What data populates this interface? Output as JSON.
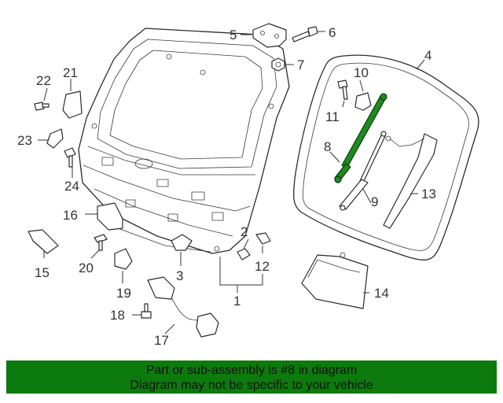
{
  "callouts": {
    "c1": "1",
    "c2": "2",
    "c3": "3",
    "c4": "4",
    "c5": "5",
    "c6": "6",
    "c7": "7",
    "c8": "8",
    "c9": "9",
    "c10": "10",
    "c11": "11",
    "c12": "12",
    "c13": "13",
    "c14": "14",
    "c15": "15",
    "c16": "16",
    "c17": "17",
    "c18": "18",
    "c19": "19",
    "c20": "20",
    "c21": "21",
    "c22": "22",
    "c23": "23",
    "c24": "24"
  },
  "banner": {
    "line1": "Part or sub-assembly is #8 in diagram",
    "line2": "Diagram may not be specific to your vehicle"
  },
  "colors": {
    "banner_bg": "#0d7a0d",
    "highlight": "#1f8a1f"
  }
}
